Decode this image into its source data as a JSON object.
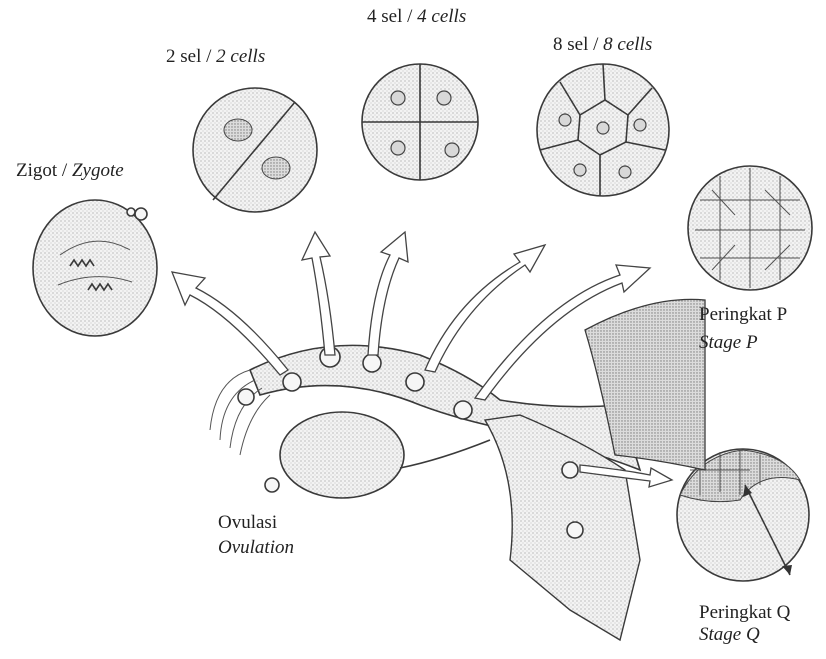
{
  "labels": {
    "zygote": {
      "malay": "Zigot",
      "sep": " / ",
      "english": "Zygote"
    },
    "two_cells": {
      "malay": "2 sel",
      "sep": " / ",
      "english": "2 cells"
    },
    "four_cells": {
      "malay": "4 sel",
      "sep": " / ",
      "english": "4 cells"
    },
    "eight_cells": {
      "malay": "8 sel",
      "sep": " / ",
      "english": "8 cells"
    },
    "stage_p": {
      "malay": "Peringkat P",
      "english": "Stage P"
    },
    "stage_q": {
      "malay": "Peringkat Q",
      "english": "Stage Q"
    },
    "ovulation": {
      "malay": "Ovulasi",
      "english": "Ovulation"
    }
  },
  "colors": {
    "line": "#3a3a3a",
    "shade": "#d8d8d8",
    "background": "#ffffff"
  }
}
